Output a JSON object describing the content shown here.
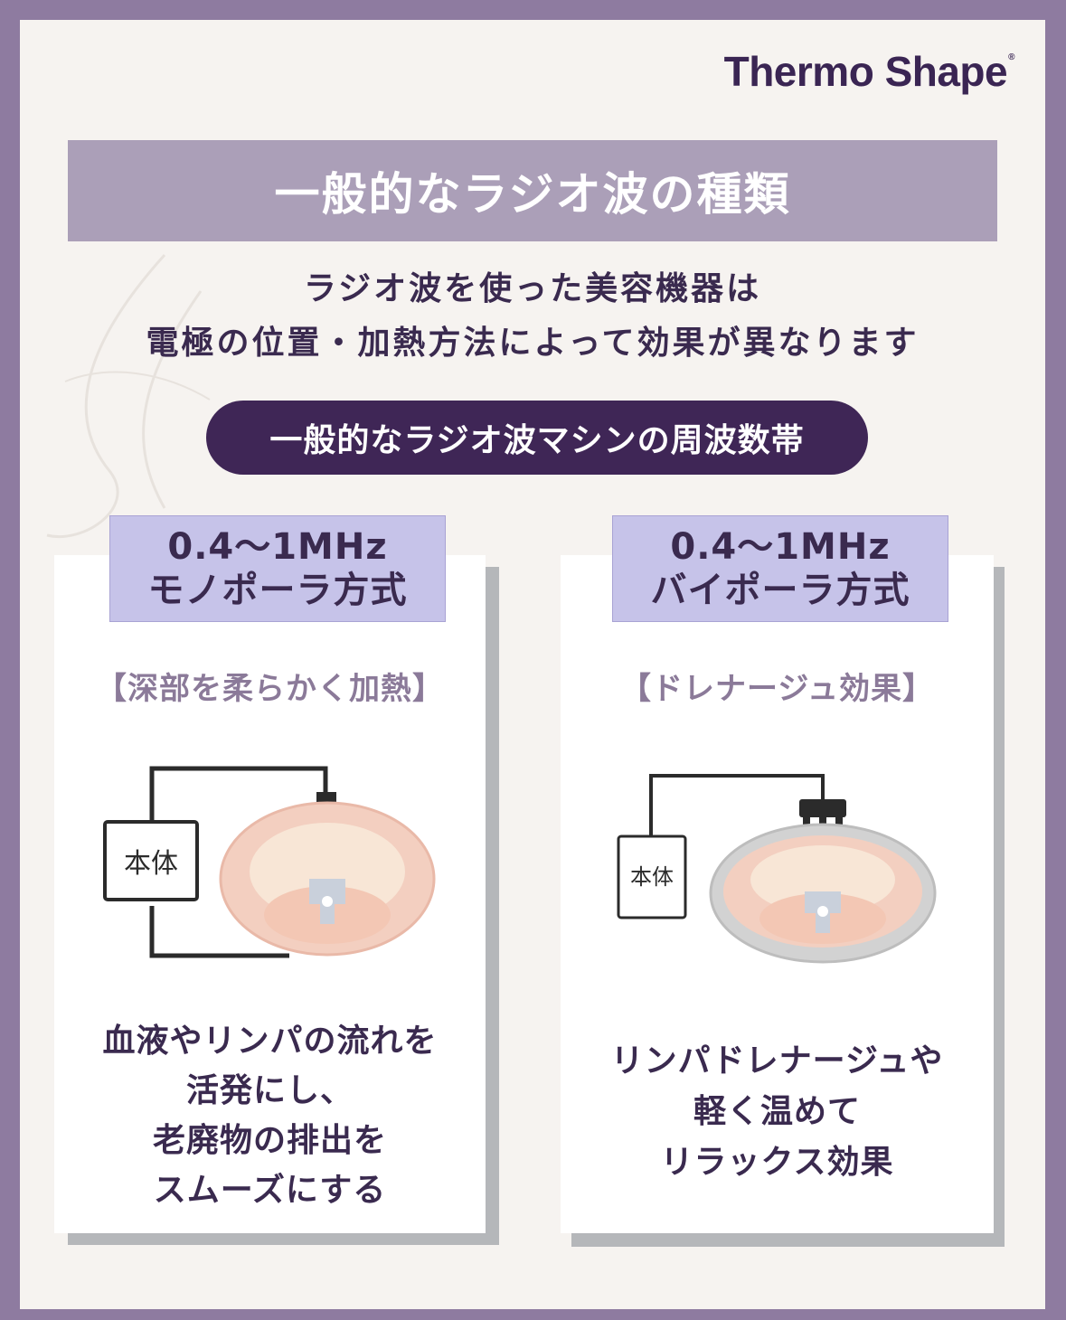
{
  "brand": {
    "name": "Thermo Shape",
    "mark": "®"
  },
  "title": "一般的なラジオ波の種類",
  "intro": {
    "line1": "ラジオ波を使った美容機器は",
    "line2": "電極の位置・加熱方法によって効果が異なります"
  },
  "band_label": "一般的なラジオ波マシンの周波数帯",
  "cards": [
    {
      "freq": "0.4〜1MHz",
      "method": "モノポーラ方式",
      "subhead": "【深部を柔らかく加熱】",
      "device_label": "本体",
      "desc": [
        "血液やリンパの流れを",
        "活発にし、",
        "老廃物の排出を",
        "スムーズにする"
      ]
    },
    {
      "freq": "0.4〜1MHz",
      "method": "バイポーラ方式",
      "subhead": "【ドレナージュ効果】",
      "device_label": "本体",
      "desc": [
        "リンパドレナージュや",
        "軽く温めて",
        "リラックス効果"
      ]
    }
  ],
  "colors": {
    "frame": "#8e7ba0",
    "background": "#f6f3f0",
    "title_band": "#ab9fb8",
    "pill": "#3f2656",
    "freq_box": "#c6c3e9",
    "text_dark": "#3a2a4f",
    "subhead": "#8b7a99"
  }
}
